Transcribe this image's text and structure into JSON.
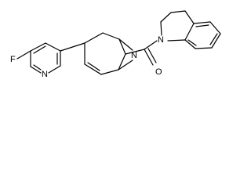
{
  "molecule": {
    "atom_labels": {
      "fluorine": "F",
      "pyridine_nitrogen": "N",
      "bridge_nitrogen": "N",
      "carbonyl_oxygen": "O",
      "quinoline_nitrogen": "N"
    },
    "colors": {
      "bond": "#000000",
      "label": "#000000",
      "background": "#ffffff"
    }
  }
}
